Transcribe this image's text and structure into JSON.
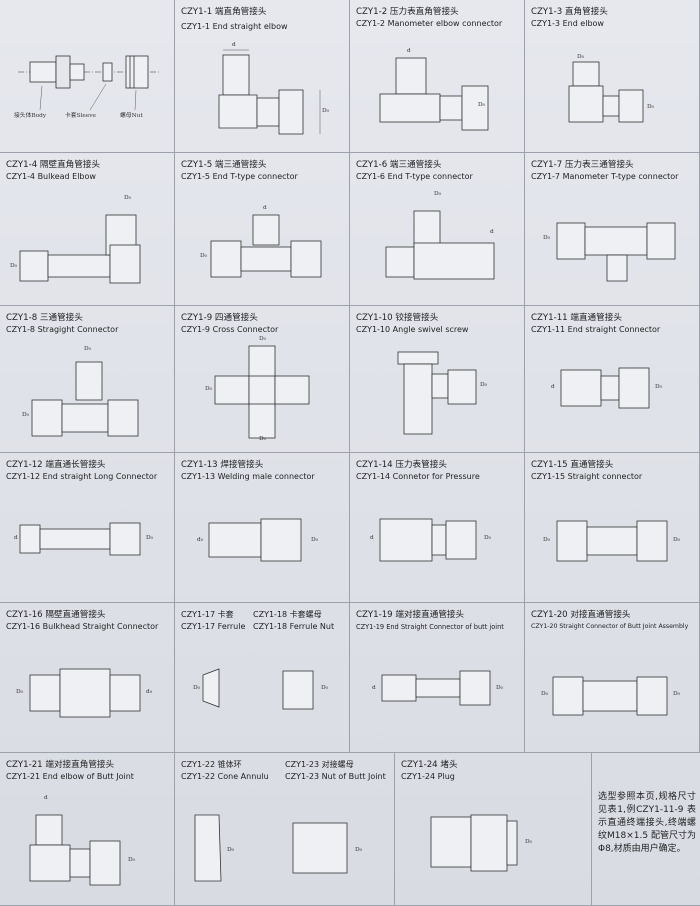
{
  "cells": [
    {
      "id": "parts-legend",
      "parts": [
        "接头体Body",
        "卡套Sleeve",
        "螺母Nut"
      ]
    },
    {
      "id": "czy1-1",
      "cn": "CZY1-1 端直角管接头",
      "en": "CZY1-1 End straight elbow",
      "dims": [
        "d",
        "D₀"
      ]
    },
    {
      "id": "czy1-2",
      "cn": "CZY1-2 压力表直角管接头",
      "en": "CZY1-2 Manometer elbow connector",
      "dims": [
        "d",
        "D₀"
      ]
    },
    {
      "id": "czy1-3",
      "cn": "CZY1-3 直角管接头",
      "en": "CZY1-3 End elbow",
      "dims": [
        "D₀",
        "D₀"
      ]
    },
    {
      "id": "czy1-4",
      "cn": "CZY1-4 隔壁直角管接头",
      "en": "CZY1-4 Bulkead Elbow",
      "dims": [
        "D₀",
        "D₀"
      ]
    },
    {
      "id": "czy1-5",
      "cn": "CZY1-5 端三通管接头",
      "en": "CZY1-5 End T-type connector",
      "dims": [
        "d",
        "D₀"
      ]
    },
    {
      "id": "czy1-6",
      "cn": "CZY1-6 端三通管接头",
      "en": "CZY1-6 End T-type connector",
      "dims": [
        "D₀",
        "d"
      ]
    },
    {
      "id": "czy1-7",
      "cn": "CZY1-7 压力表三通管接头",
      "en": "CZY1-7 Manometer T-type connector",
      "dims": [
        "D₀"
      ]
    },
    {
      "id": "czy1-8",
      "cn": "CZY1-8 三通管接头",
      "en": "CZY1-8 Stragight Connector",
      "dims": [
        "D₀",
        "D₀"
      ]
    },
    {
      "id": "czy1-9",
      "cn": "CZY1-9 四通管接头",
      "en": "CZY1-9 Cross Connector",
      "dims": [
        "D₀",
        "D₀",
        "D₀"
      ]
    },
    {
      "id": "czy1-10",
      "cn": "CZY1-10 铰接管接头",
      "en": "CZY1-10 Angle swivel screw",
      "dims": [
        "D₀"
      ]
    },
    {
      "id": "czy1-11",
      "cn": "CZY1-11 端直通管接头",
      "en": "CZY1-11 End straight Connector",
      "dims": [
        "d",
        "D₀"
      ]
    },
    {
      "id": "czy1-12",
      "cn": "CZY1-12 端直通长管接头",
      "en": "CZY1-12 End straight Long Connector",
      "dims": [
        "d",
        "D₀"
      ]
    },
    {
      "id": "czy1-13",
      "cn": "CZY1-13 焊接管接头",
      "en": "CZY1-13 Welding male connector",
      "dims": [
        "d₀",
        "D₀"
      ]
    },
    {
      "id": "czy1-14",
      "cn": "CZY1-14 压力表管接头",
      "en": "CZY1-14 Connetor for Pressure",
      "dims": [
        "d",
        "D₀"
      ]
    },
    {
      "id": "czy1-15",
      "cn": "CZY1-15 直通管接头",
      "en": "CZY1-15 Straight connector",
      "dims": [
        "D₀",
        "D₀"
      ]
    },
    {
      "id": "czy1-16",
      "cn": "CZY1-16 隔壁直通管接头",
      "en": "CZY1-16 Bulkhead Straight Connector",
      "dims": [
        "D₀",
        "d₀"
      ]
    },
    {
      "id": "czy1-17",
      "cn": "CZY1-17 卡套",
      "en": "CZY1-17 Ferrule",
      "cn2": "CZY1-18 卡套螺母",
      "en2": "CZY1-18 Ferrule Nut",
      "dims": [
        "D₀",
        "D₀"
      ]
    },
    {
      "id": "czy1-19",
      "cn": "CZY1-19 端对接直通管接头",
      "en": "CZY1-19 End Straight Connector of butt joint",
      "dims": [
        "d",
        "D₀"
      ]
    },
    {
      "id": "czy1-20",
      "cn": "CZY1-20 对接直通管接头",
      "en": "CZY1-20 Straight Connector of Butt Joint Assembly",
      "dims": [
        "D₀",
        "D₀"
      ]
    },
    {
      "id": "czy1-21",
      "cn": "CZY1-21 端对接直角管接头",
      "en": "CZY1-21 End elbow of Butt Joint",
      "dims": [
        "d",
        "D₀"
      ]
    },
    {
      "id": "czy1-22",
      "cn": "CZY1-22 锥体环",
      "en": "CZY1-22 Cone Annulu",
      "cn2": "CZY1-23 对接螺母",
      "en2": "CZY1-23 Nut of Butt Joint",
      "dims": [
        "D₀",
        "D₀"
      ]
    },
    {
      "id": "czy1-24",
      "cn": "CZY1-24 堵头",
      "en": "CZY1-24 Plug",
      "dims": [
        "D₀"
      ]
    }
  ],
  "note": "选型参照本页,规格尺寸见表1,例CZY1-11-9 表示直通终端接头,终端螺纹M18×1.5 配管尺寸为Φ8,材质由用户确定。"
}
